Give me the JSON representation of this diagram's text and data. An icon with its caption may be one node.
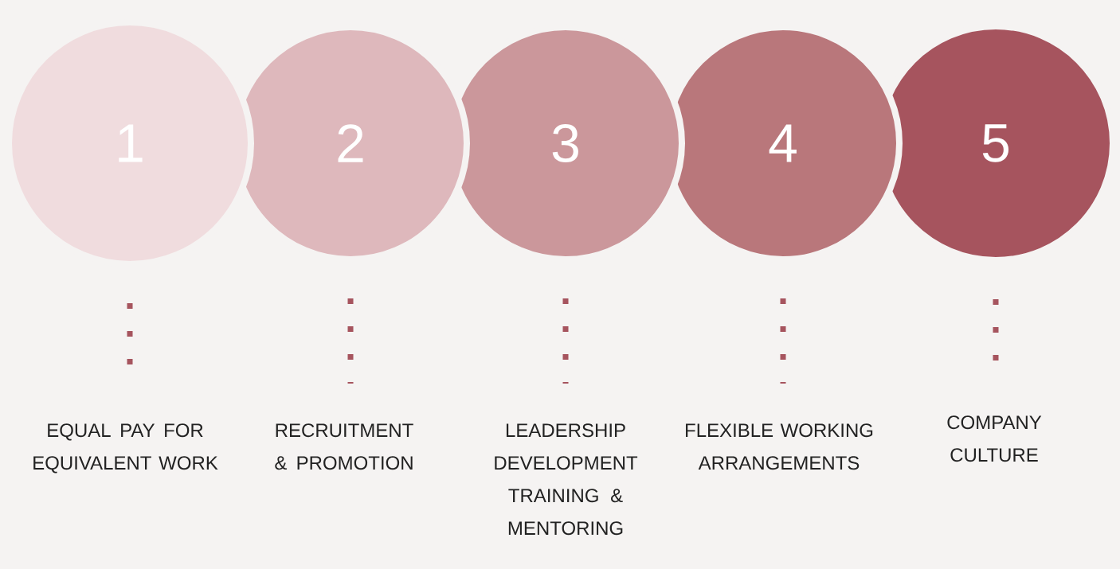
{
  "diagram": {
    "nodes": [
      {
        "text": [
          "1"
        ]
      },
      {
        "text": [
          "2"
        ]
      },
      {
        "text": [
          "3"
        ]
      },
      {
        "text": [
          "4"
        ]
      },
      {
        "text": [
          "5"
        ]
      },
      {
        "text": [
          "EQUAL PAY FOR EQUIVALENT WORK"
        ]
      },
      {
        "text": [
          "RECRUITMENT & PROMOTION"
        ]
      },
      {
        "text": [
          "LEADERSHIP DEVELOPMENT TRAINING & MENTORING"
        ]
      },
      {
        "text": [
          "FLEXIBLE WORKING ARRANGEMENTS"
        ]
      },
      {
        "text": [
          "COMPANY CULTURE"
        ]
      }
    ],
    "edges": [
      {
        "from": 0,
        "to": 5,
        "arrow": "none",
        "style": "dashed"
      },
      {
        "from": 1,
        "to": 6,
        "arrow": "none",
        "style": "dashed"
      },
      {
        "from": 2,
        "to": 7,
        "arrow": "none",
        "style": "dashed"
      },
      {
        "from": 3,
        "to": 8,
        "arrow": "none",
        "style": "dashed"
      },
      {
        "from": 4,
        "to": 9,
        "arrow": "none",
        "style": "dashed"
      }
    ]
  }
}
